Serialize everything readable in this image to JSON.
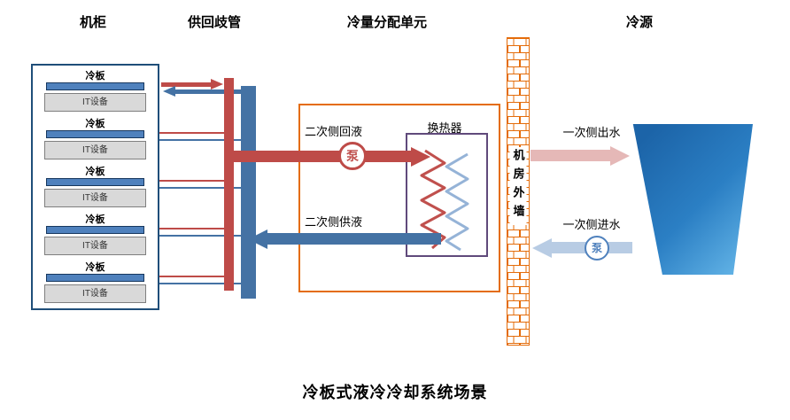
{
  "caption": "冷板式液冷冷却系统场景",
  "headers": {
    "cabinet": "机柜",
    "manifold": "供回歧管",
    "cdu": "冷量分配单元",
    "cold_source": "冷源"
  },
  "cabinet": {
    "units": [
      {
        "plate": "冷板",
        "device": "IT设备"
      },
      {
        "plate": "冷板",
        "device": "IT设备"
      },
      {
        "plate": "冷板",
        "device": "IT设备"
      },
      {
        "plate": "冷板",
        "device": "IT设备"
      },
      {
        "plate": "冷板",
        "device": "IT设备"
      }
    ]
  },
  "cdu": {
    "secondary_return_label": "二次侧回液",
    "secondary_supply_label": "二次侧供液",
    "heat_exchanger_label": "换热器",
    "pump_label": "泵"
  },
  "wall": {
    "label": "机房外墙"
  },
  "primary": {
    "out_label": "一次侧出水",
    "in_label": "一次侧进水",
    "pump_label": "泵"
  },
  "colors": {
    "secondary_hot": "#BE4B48",
    "secondary_cold": "#4472A4",
    "primary_out": "#E5B8B7",
    "primary_in": "#B8CCE4",
    "cdu_border": "#E46C0A",
    "heat_exchanger_border": "#604A7B",
    "wall_brick": "#E46C0A",
    "cold_source_fill": "#2B7FC4"
  }
}
